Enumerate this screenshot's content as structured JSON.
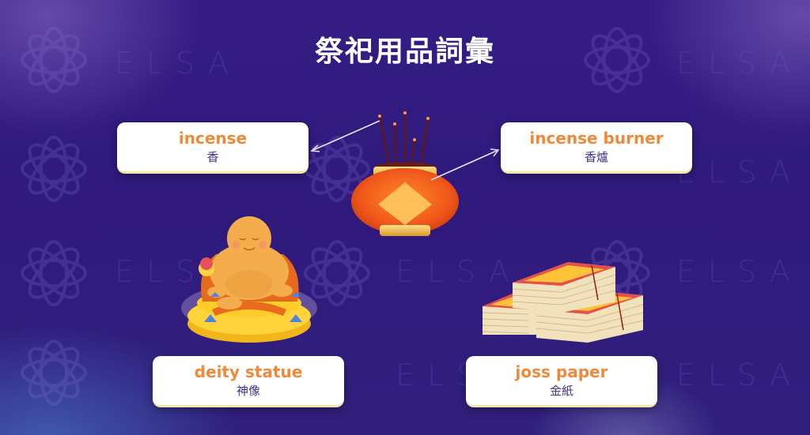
{
  "title": "祭祀用品詞彙",
  "watermark": {
    "brand": "ELSA",
    "icon": "elsa-star-logo-icon"
  },
  "vocabulary": [
    {
      "en": "incense",
      "zh": "香",
      "illustration": "incense-sticks-icon"
    },
    {
      "en": "incense burner",
      "zh": "香爐",
      "illustration": "incense-burner-icon"
    },
    {
      "en": "deity statue",
      "zh": "神像",
      "illustration": "buddha-statue-icon"
    },
    {
      "en": "joss paper",
      "zh": "金紙",
      "illustration": "joss-paper-stacks-icon"
    }
  ],
  "colors": {
    "background": "#2e1a7a",
    "english_text": "#ef8a3c",
    "chinese_text": "#3f3590",
    "card": "#ffffff",
    "title": "#ffffff"
  }
}
